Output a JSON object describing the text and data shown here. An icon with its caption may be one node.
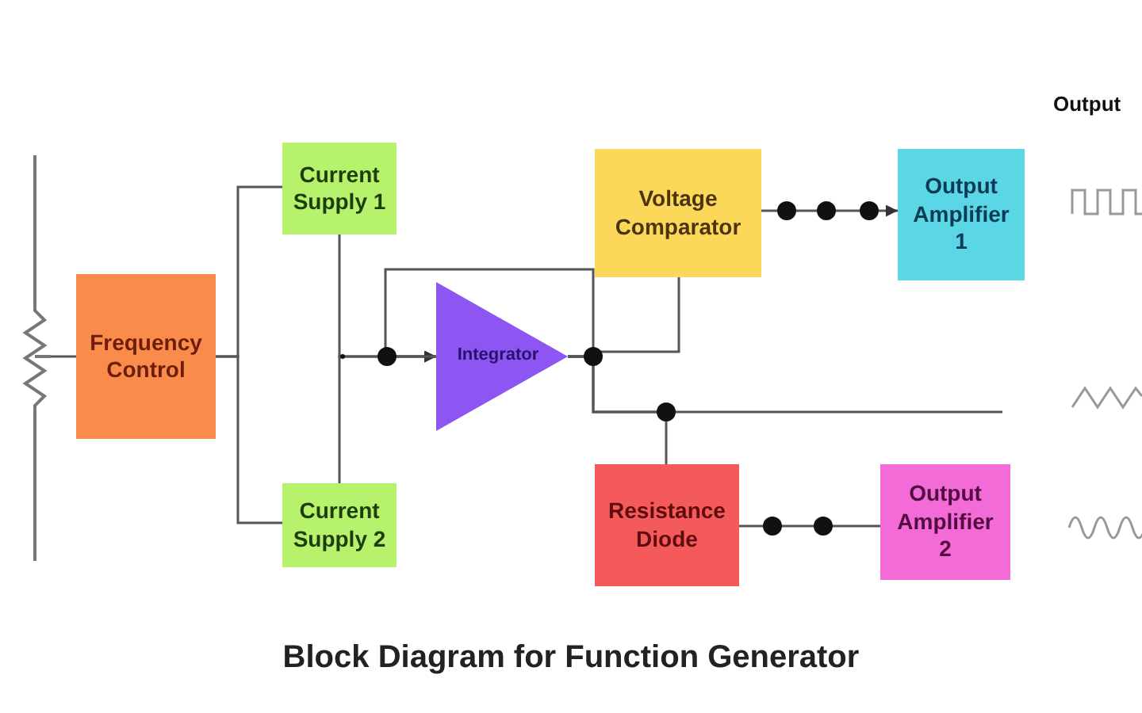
{
  "diagram": {
    "title": "Block Diagram for Function Generator",
    "nodes": [
      {
        "text": [
          "Frequency Control"
        ]
      },
      {
        "text": [
          "Current Supply 1"
        ]
      },
      {
        "text": [
          "Current Supply 2"
        ]
      },
      {
        "text": [
          "Integrator"
        ]
      },
      {
        "text": [
          "Voltage Comparator"
        ]
      },
      {
        "text": [
          "Output Amplifier 1"
        ]
      },
      {
        "text": [
          "Resistance Diode"
        ]
      },
      {
        "text": [
          "Output Amplifier 2"
        ]
      },
      {
        "text": [],
        "shape": "resistor"
      }
    ],
    "edges": [
      {
        "from": 8,
        "to": 0,
        "arrow": "none"
      },
      {
        "from": 0,
        "to": 1,
        "arrow": "none"
      },
      {
        "from": 0,
        "to": 2,
        "arrow": "none"
      },
      {
        "from": 1,
        "to": 3,
        "arrow": "to"
      },
      {
        "from": 2,
        "to": 3,
        "arrow": "to"
      },
      {
        "from": 3,
        "to": 3,
        "arrow": "none"
      },
      {
        "from": 3,
        "to": 4,
        "arrow": "none"
      },
      {
        "from": 4,
        "to": 5,
        "arrow": "to"
      },
      {
        "from": 3,
        "to": null,
        "arrow": "none"
      },
      {
        "from": 3,
        "to": 6,
        "arrow": "none"
      },
      {
        "from": 6,
        "to": 7,
        "arrow": "none"
      }
    ],
    "labels": [
      "Output"
    ]
  }
}
